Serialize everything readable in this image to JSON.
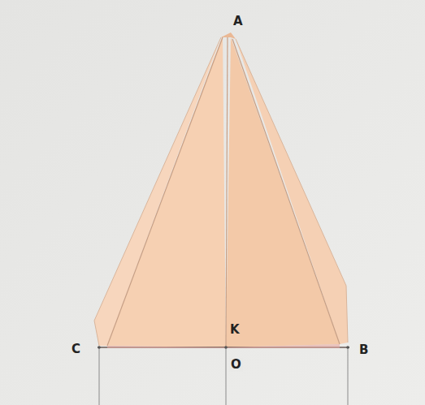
{
  "diagram": {
    "labels": [
      "A",
      "K",
      "C",
      "O",
      "B"
    ]
  }
}
